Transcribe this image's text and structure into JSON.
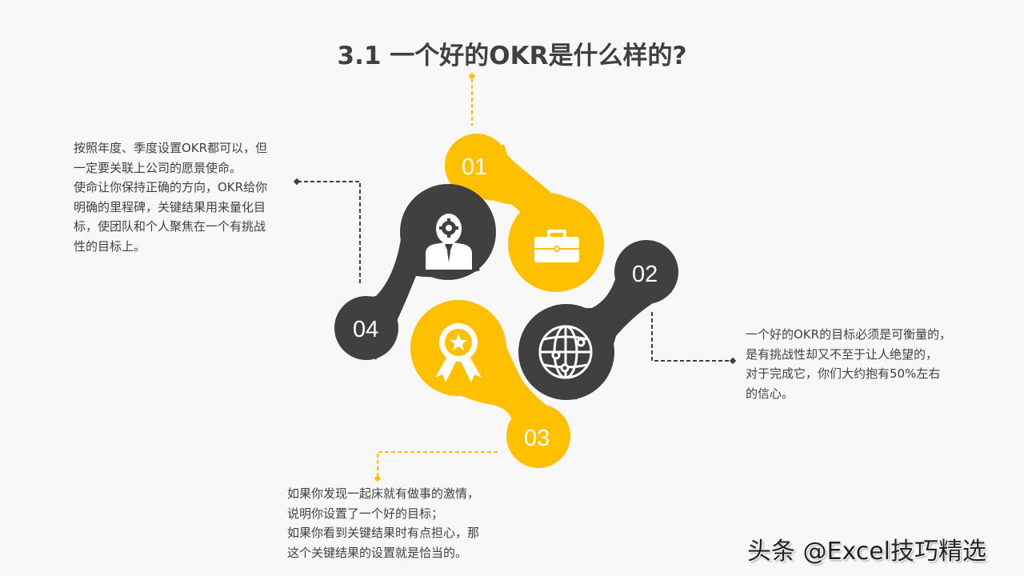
{
  "slide": {
    "title": "3.1 一个好的OKR是什么样的?",
    "colors": {
      "background": "#f8f8f8",
      "accent_yellow": "#FFC000",
      "dark_gray": "#404040",
      "text": "#404040"
    }
  },
  "steps": [
    {
      "number": "01",
      "color": "#FFC000",
      "icon": "briefcase-icon"
    },
    {
      "number": "02",
      "color": "#404040",
      "icon": "globe-network-icon",
      "description": [
        "一个好的OKR的目标必须是可衡量的，",
        "是有挑战性却又不至于让人绝望的，",
        "对于完成它，你们大约抱有50%左右",
        "的信心。"
      ]
    },
    {
      "number": "03",
      "color": "#FFC000",
      "icon": "award-ribbon-icon",
      "description": [
        "如果你发现一起床就有做事的激情，",
        "说明你设置了一个好的目标；",
        "如果你看到关键结果时有点担心，那",
        "这个关键结果的设置就是恰当的。"
      ]
    },
    {
      "number": "04",
      "color": "#404040",
      "icon": "person-gear-icon",
      "description": [
        "按照年度、季度设置OKR都可以，但",
        "一定要关联上公司的愿景使命。",
        "使命让你保持正确的方向，OKR给你",
        "明确的里程碑，关键结果用来量化目",
        "标，使团队和个人聚焦在一个有挑战",
        "性的目标上。"
      ]
    }
  ],
  "watermark": "头条 @Excel技巧精选"
}
